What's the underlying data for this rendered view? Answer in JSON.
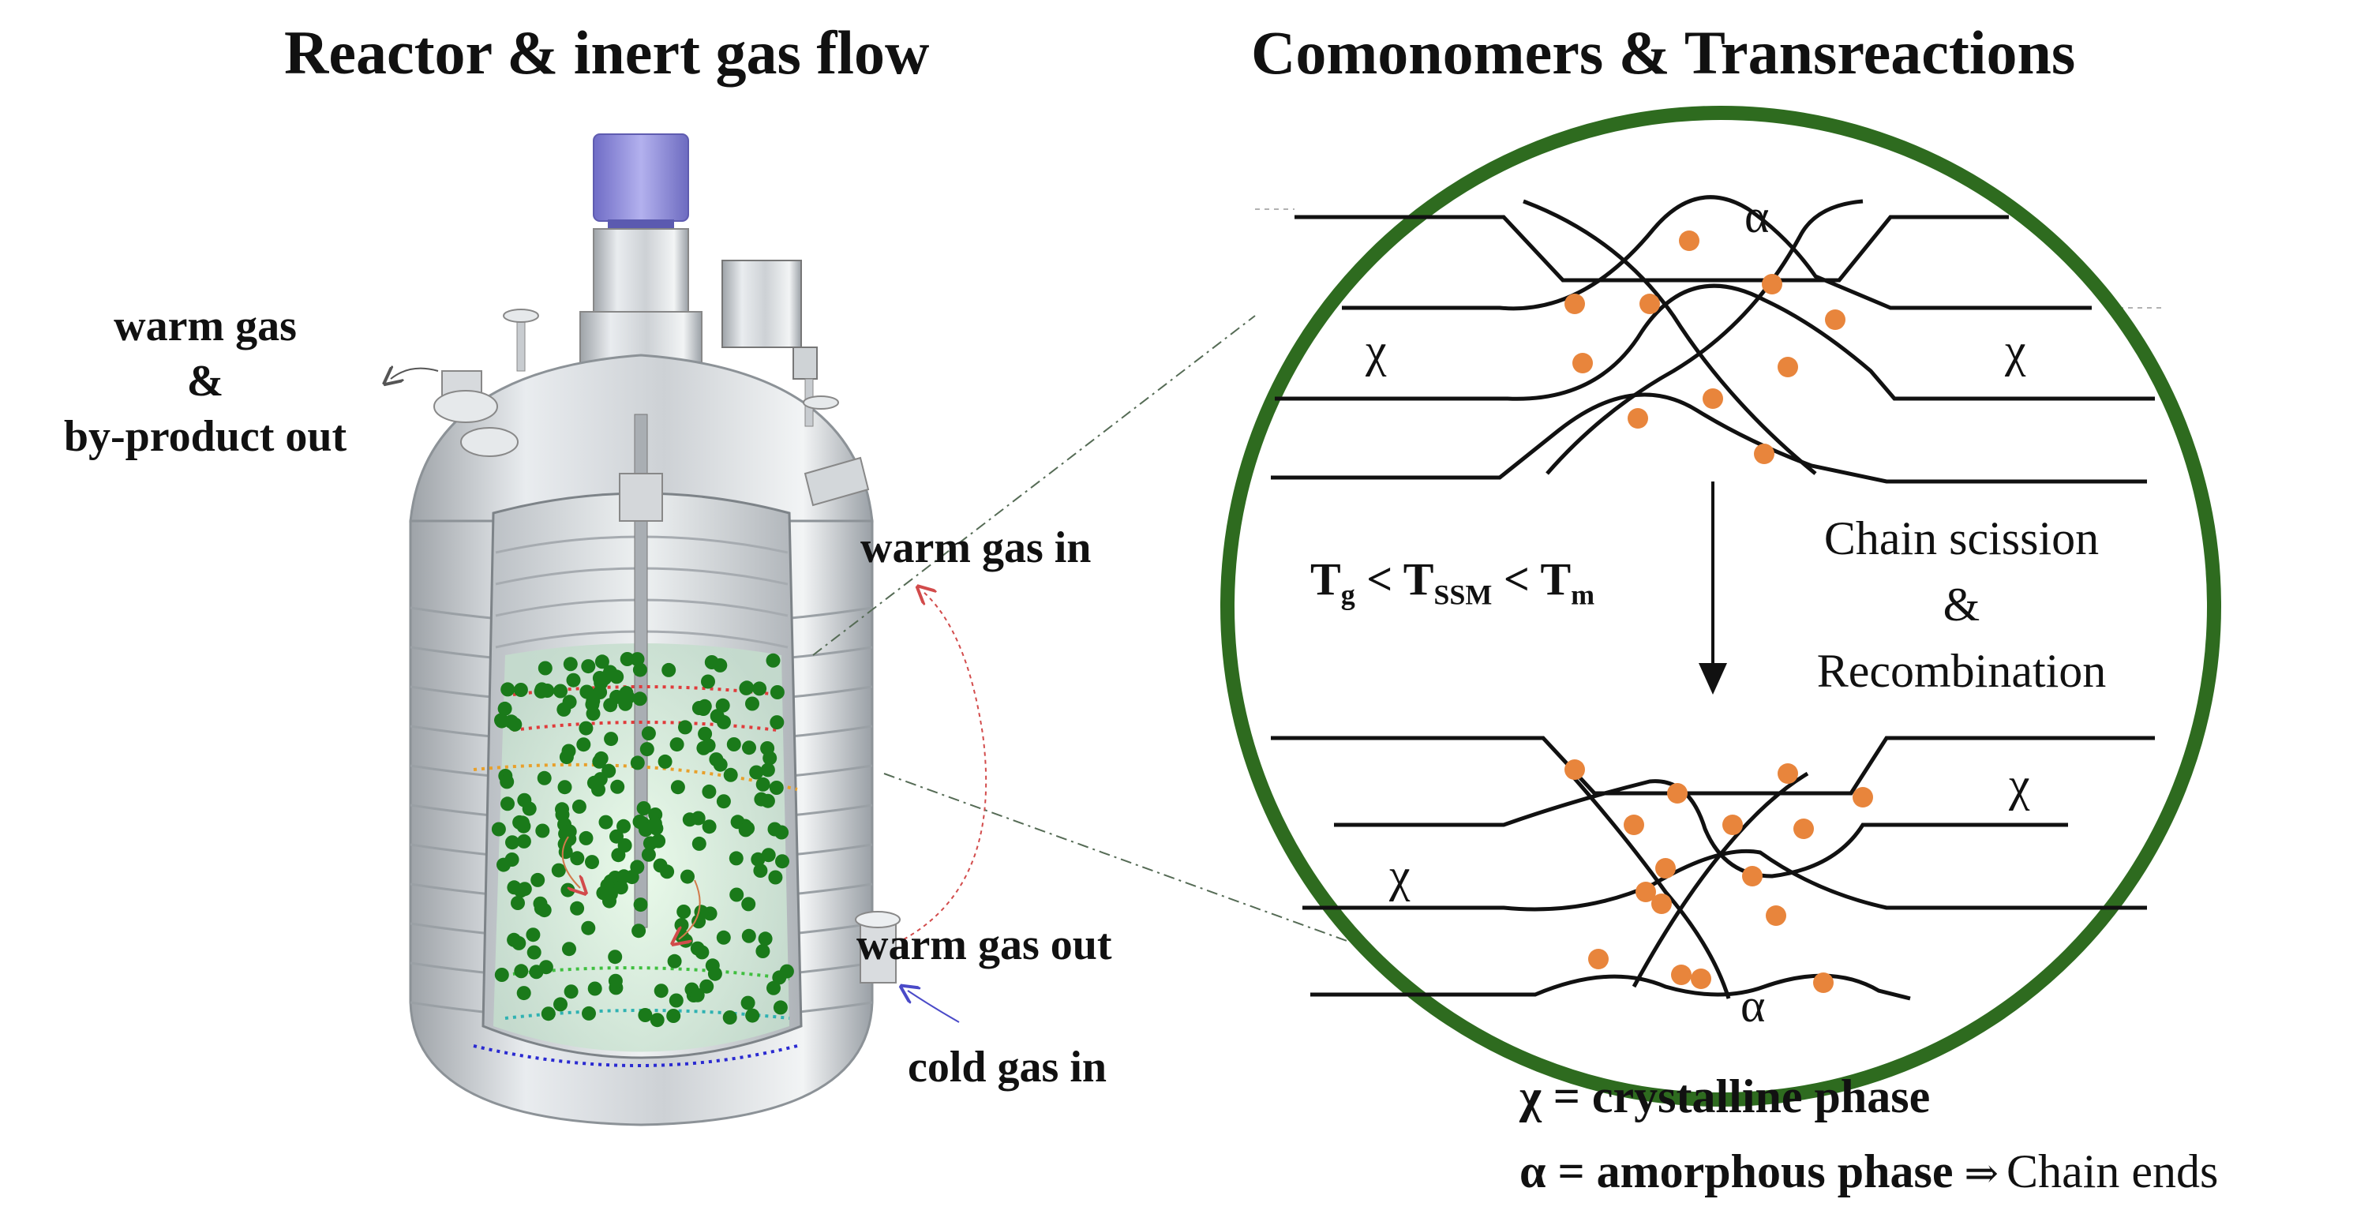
{
  "titles": {
    "left": "Reactor & inert gas flow",
    "right": "Comonomers & Transreactions"
  },
  "reactor_labels": {
    "warm_gas_out_top": [
      "warm gas",
      "&",
      "by-product out"
    ],
    "warm_gas_in": "warm gas in",
    "warm_gas_out": "warm gas out",
    "cold_gas_in": "cold gas in"
  },
  "circle": {
    "alpha": "α",
    "chi": "χ",
    "condition": {
      "Tg": "T",
      "g": "g",
      "lt": "<",
      "TSSM": "T",
      "ssm": "SSM",
      "Tm": "T",
      "m": "m"
    },
    "process": [
      "Chain scission",
      "&",
      "Recombination"
    ]
  },
  "legend": {
    "chi_line": "χ = crystalline phase",
    "alpha_line": "α = amorphous phase",
    "arrow": "⇒",
    "chain_ends": "Chain ends"
  },
  "colors": {
    "circle_border": "#2e6b1f",
    "dot_orange": "#e8853c",
    "particle_green": "#1a7a1a",
    "steel": "#c9ccd0",
    "motor": "#8a88d6"
  }
}
